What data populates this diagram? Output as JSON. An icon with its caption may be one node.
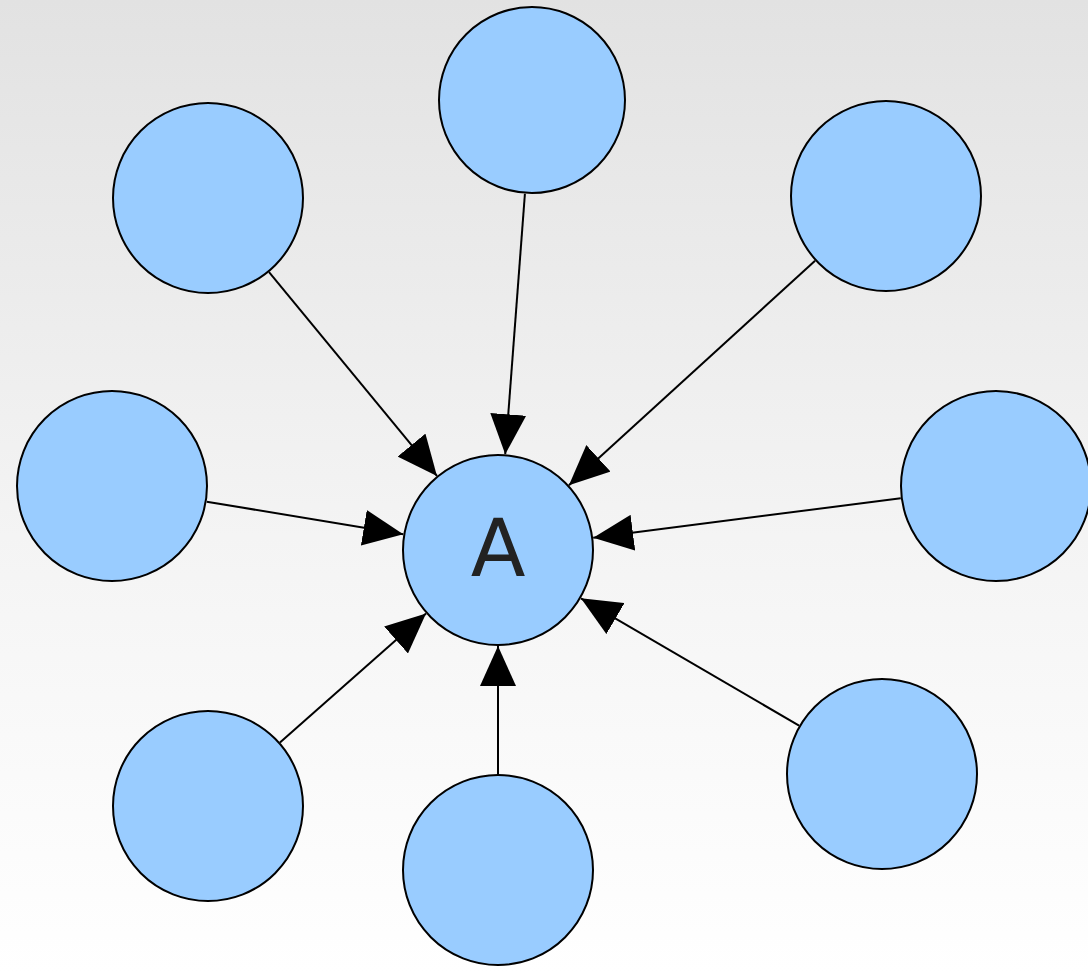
{
  "diagram": {
    "nodes": [
      {
        "text": [],
        "shape": "circle"
      },
      {
        "text": [],
        "shape": "circle"
      },
      {
        "text": [],
        "shape": "circle"
      },
      {
        "text": [],
        "shape": "circle"
      },
      {
        "text": [
          "A"
        ]
      },
      {
        "text": [],
        "shape": "circle"
      },
      {
        "text": [],
        "shape": "circle"
      },
      {
        "text": [],
        "shape": "circle"
      },
      {
        "text": [],
        "shape": "circle"
      }
    ],
    "edges": [
      {
        "from": 0,
        "to": 4,
        "arrow": "to"
      },
      {
        "from": 1,
        "to": 4,
        "arrow": "to"
      },
      {
        "from": 2,
        "to": 4,
        "arrow": "to"
      },
      {
        "from": 3,
        "to": 4,
        "arrow": "to"
      },
      {
        "from": 5,
        "to": 4,
        "arrow": "to"
      },
      {
        "from": 6,
        "to": 4,
        "arrow": "to"
      },
      {
        "from": 7,
        "to": 4,
        "arrow": "to"
      },
      {
        "from": 8,
        "to": 4,
        "arrow": "to"
      }
    ]
  }
}
